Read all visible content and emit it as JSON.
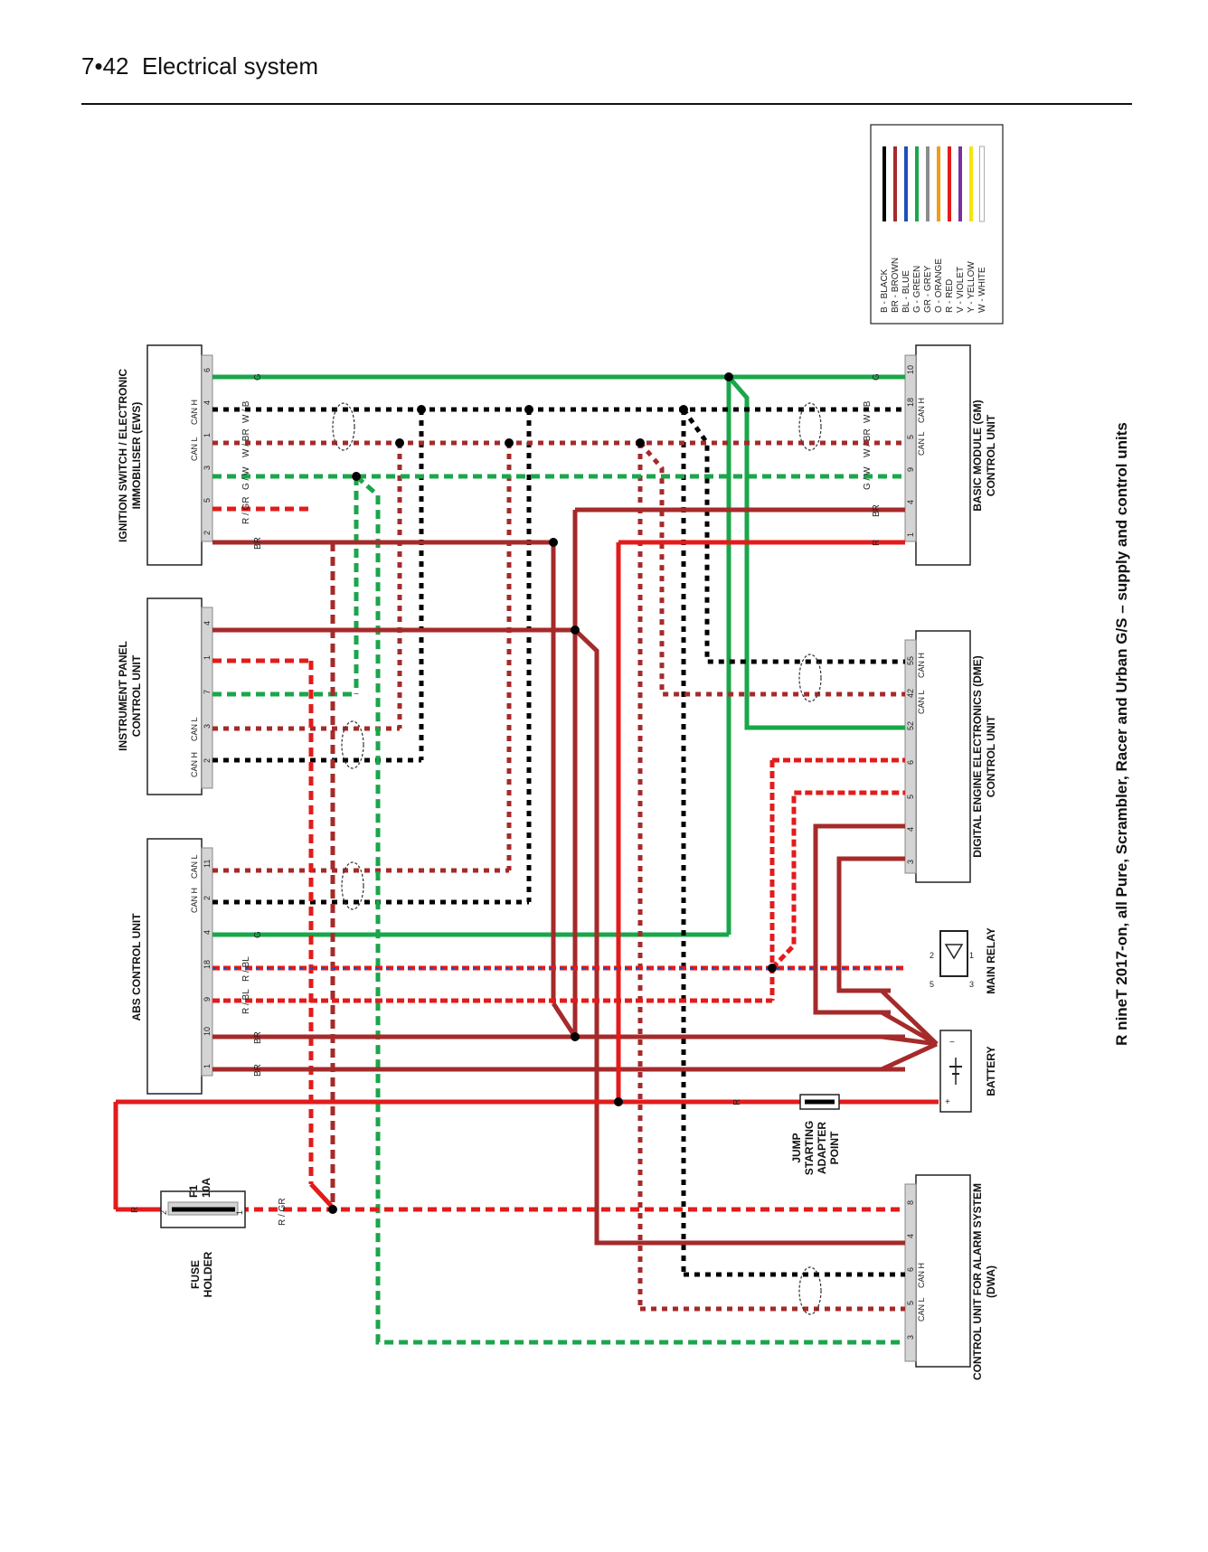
{
  "page": {
    "page_number": "7•42",
    "section_title": "Electrical system",
    "side_caption": "R nineT 2017-on, all Pure, Scrambler, Racer and Urban G/S – supply and control units"
  },
  "legend": [
    {
      "code": "B - BLACK",
      "color": "#000000"
    },
    {
      "code": "BR - BROWN",
      "color": "#a52a2a"
    },
    {
      "code": "BL - BLUE",
      "color": "#1f4fb8"
    },
    {
      "code": "G - GREEN",
      "color": "#1aa64a"
    },
    {
      "code": "GR - GREY",
      "color": "#8c8c8c"
    },
    {
      "code": "O - ORANGE",
      "color": "#f39c12"
    },
    {
      "code": "R - RED",
      "color": "#e31b1b"
    },
    {
      "code": "V - VIOLET",
      "color": "#7b2fa0"
    },
    {
      "code": "Y - YELLOW",
      "color": "#f5e50a"
    },
    {
      "code": "W - WHITE",
      "color": "#ffffff"
    }
  ],
  "blocks": {
    "ews": {
      "line1": "IGNITION SWITCH / ELECTRONIC",
      "line2": "IMMOBILISER (EWS)",
      "pins": [
        "6",
        "4",
        "1",
        "3",
        "5",
        "2"
      ],
      "can_h": "CAN H",
      "can_l": "CAN L"
    },
    "instrument": {
      "line1": "INSTRUMENT PANEL",
      "line2": "CONTROL UNIT",
      "pins": [
        "4",
        "1",
        "7",
        "3",
        "2"
      ],
      "can_h": "CAN H",
      "can_l": "CAN L"
    },
    "abs": {
      "line1": "ABS CONTROL UNIT",
      "pins": [
        "11",
        "2",
        "4",
        "18",
        "9",
        "10",
        "1"
      ],
      "can_h": "CAN H",
      "can_l": "CAN L"
    },
    "gm": {
      "line1": "BASIC MODULE (GM)",
      "line2": "CONTROL UNIT",
      "pins": [
        "10",
        "18",
        "5",
        "9",
        "4",
        "1"
      ],
      "can_h": "CAN H",
      "can_l": "CAN L"
    },
    "dme": {
      "line1": "DIGITAL ENGINE ELECTRONICS (DME)",
      "line2": "CONTROL UNIT",
      "pins": [
        "55",
        "42",
        "52",
        "6",
        "5",
        "4",
        "3"
      ],
      "can_h": "CAN H",
      "can_l": "CAN L"
    },
    "dwa": {
      "line1": "CONTROL UNIT FOR ALARM SYSTEM",
      "line2": "(DWA)",
      "pins": [
        "8",
        "4",
        "6",
        "5",
        "3"
      ],
      "can_h": "CAN H",
      "can_l": "CAN L"
    },
    "relay": {
      "line1": "MAIN RELAY",
      "pins": [
        "2",
        "5",
        "1",
        "3"
      ]
    },
    "battery": {
      "line1": "BATTERY",
      "plus": "+",
      "minus": "−"
    },
    "jump": {
      "line1": "JUMP",
      "line2": "STARTING",
      "line3": "ADAPTER",
      "line4": "POINT"
    },
    "fuse": {
      "line1": "FUSE",
      "line2": "HOLDER",
      "fuse_id": "F1",
      "rating": "10A",
      "pin_a": "2",
      "pin_b": "1"
    }
  },
  "wire_labels": {
    "g": "G",
    "wb": "W / B",
    "wbr": "W / BR",
    "gw": "G / W",
    "rgr": "R / GR",
    "br": "BR",
    "r": "R",
    "rbl": "R / BL"
  }
}
